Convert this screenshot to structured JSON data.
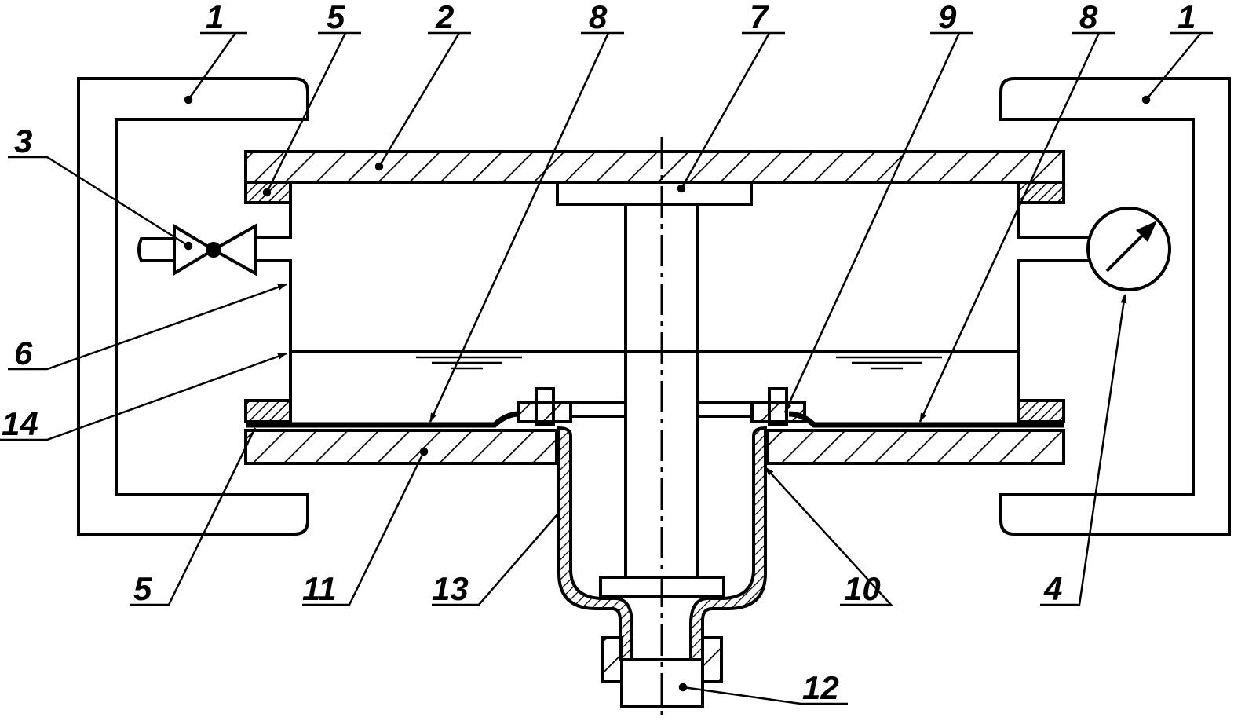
{
  "diagram": {
    "labels": {
      "frame_left": "1",
      "gasket_top_left": "5",
      "top_plate": "2",
      "membrane_left": "8",
      "disc": "7",
      "clamp": "9",
      "membrane_right": "8",
      "frame_right": "1",
      "valve": "3",
      "side_wall": "6",
      "water_level": "14",
      "gasket_bottom_left": "5",
      "bottom_plate": "11",
      "cup": "13",
      "cup_gap": "10",
      "gauge": "4",
      "nut": "12"
    }
  }
}
